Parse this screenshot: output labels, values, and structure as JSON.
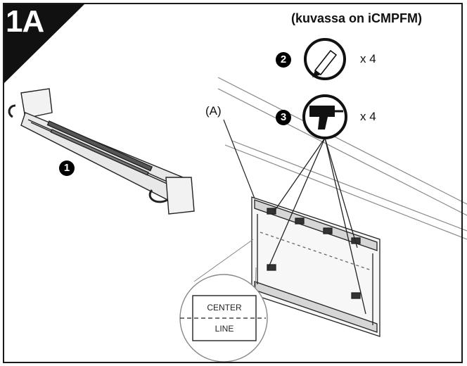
{
  "step": {
    "label": "1A"
  },
  "note": {
    "text": "(kuvassa on iCMPFM)"
  },
  "items": [
    {
      "number": "1",
      "icon": "wall-rail-icon"
    },
    {
      "number": "2",
      "icon": "pencil-icon",
      "quantity": "x 4"
    },
    {
      "number": "3",
      "icon": "drill-icon",
      "quantity": "x 4"
    }
  ],
  "callout": {
    "label": "(A)"
  },
  "center_line": {
    "top": "CENTER",
    "bottom": "LINE"
  },
  "colors": {
    "ink": "#111111",
    "paper": "#ffffff"
  }
}
